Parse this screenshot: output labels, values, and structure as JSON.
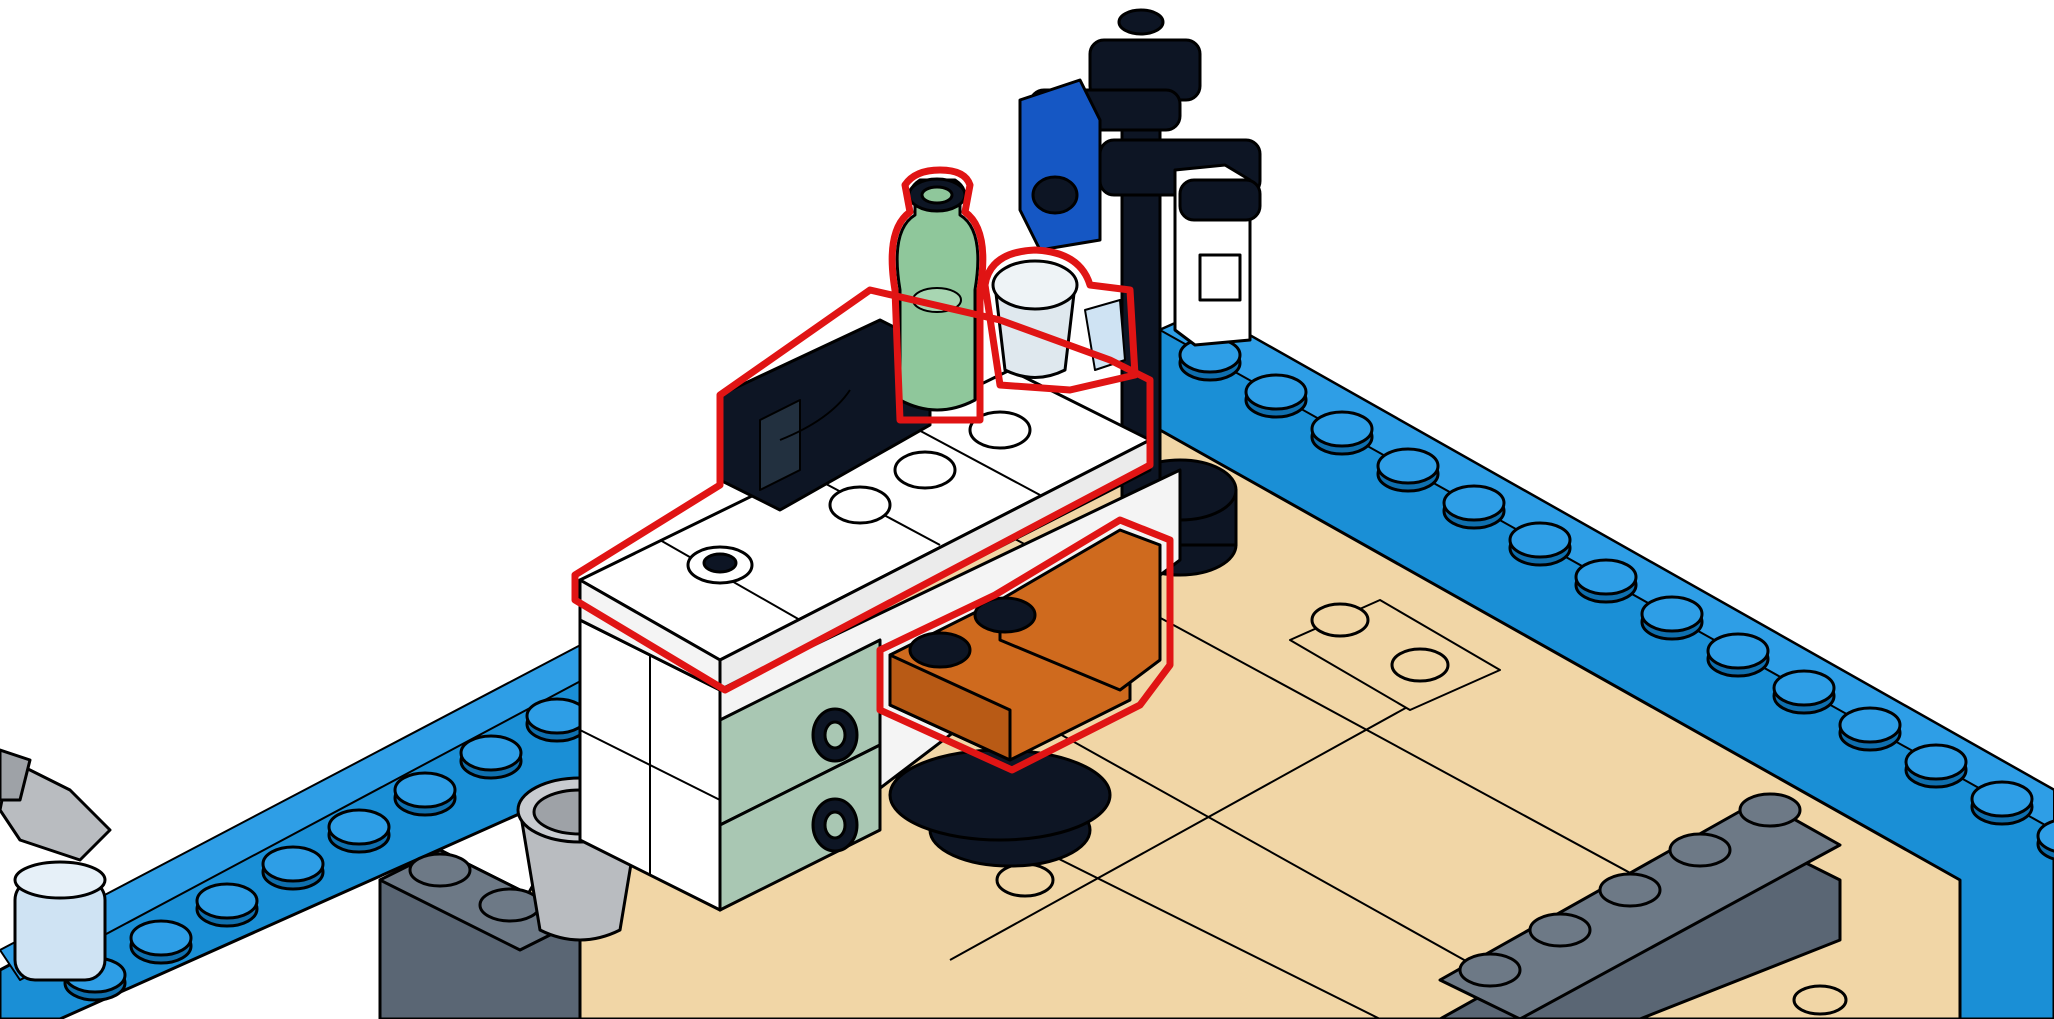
{
  "scene": {
    "colors": {
      "baseplate_blue": "#1a8fd6",
      "stud_blue": "#2e9ee6",
      "tan_floor": "#f1d6a6",
      "white_brick": "#ffffff",
      "black_part": "#0d1524",
      "sand_green": "#a9c7b3",
      "trans_green": "#8fc79b",
      "orange_seat": "#cf6a1e",
      "dark_bluish_gray": "#5a6674",
      "light_gray": "#b9bcc0",
      "blue_clip": "#1557c4",
      "trans_clear": "#dfe8ee",
      "callout_red": "#e01414"
    },
    "icons": [
      "desk-brick-icon",
      "green-bottle-icon",
      "clear-glass-icon",
      "orange-chair-icon",
      "lamp-pole-icon",
      "gray-bucket-icon",
      "drawer-icon"
    ],
    "highlighted_parts": [
      "desk-top-plate",
      "green-bottle",
      "clear-glass",
      "chair-seat"
    ]
  }
}
